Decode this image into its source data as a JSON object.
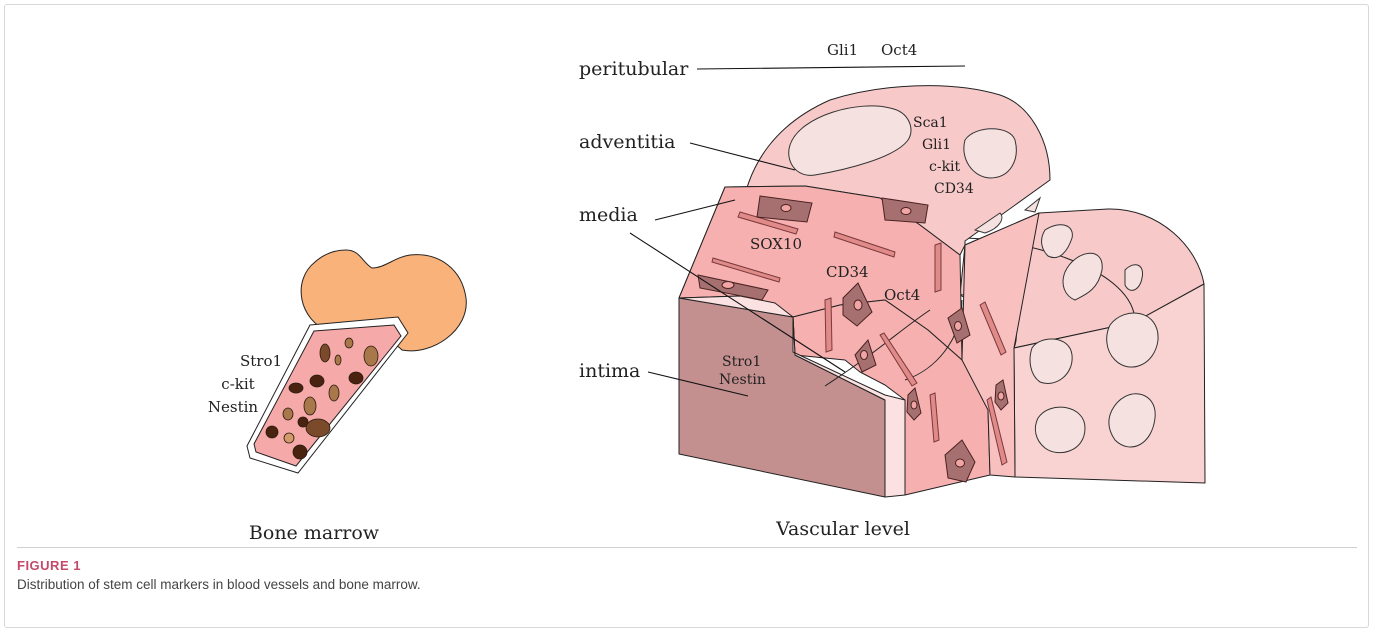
{
  "bone_marrow": {
    "title": "Bone marrow",
    "markers": [
      "Stro1",
      "c-kit",
      "Nestin"
    ]
  },
  "vascular": {
    "title": "Vascular level",
    "layers": {
      "peritubular": "peritubular",
      "adventitia": "adventitia",
      "media": "media",
      "intima": "intima"
    },
    "markers": {
      "peritubular": [
        "Gli1",
        "Oct4"
      ],
      "adventitia": [
        "Sca1",
        "Gli1",
        "c-kit",
        "CD34"
      ],
      "media": [
        "SOX10",
        "CD34",
        "Oct4"
      ],
      "intima": [
        "Stro1",
        "Nestin"
      ]
    }
  },
  "caption": {
    "label": "FIGURE 1",
    "text": "Distribution of stem cell markers in blood vessels and bone marrow."
  },
  "colors": {
    "bone_head": "#f9b27a",
    "marrow_pink": "#f6a9a9",
    "adventitia": "#f8c9c9",
    "media": "#f7b0b0",
    "intima_face": "#c48f8f",
    "cell_dark": "#a77070",
    "caption_accent": "#c44a6a"
  }
}
